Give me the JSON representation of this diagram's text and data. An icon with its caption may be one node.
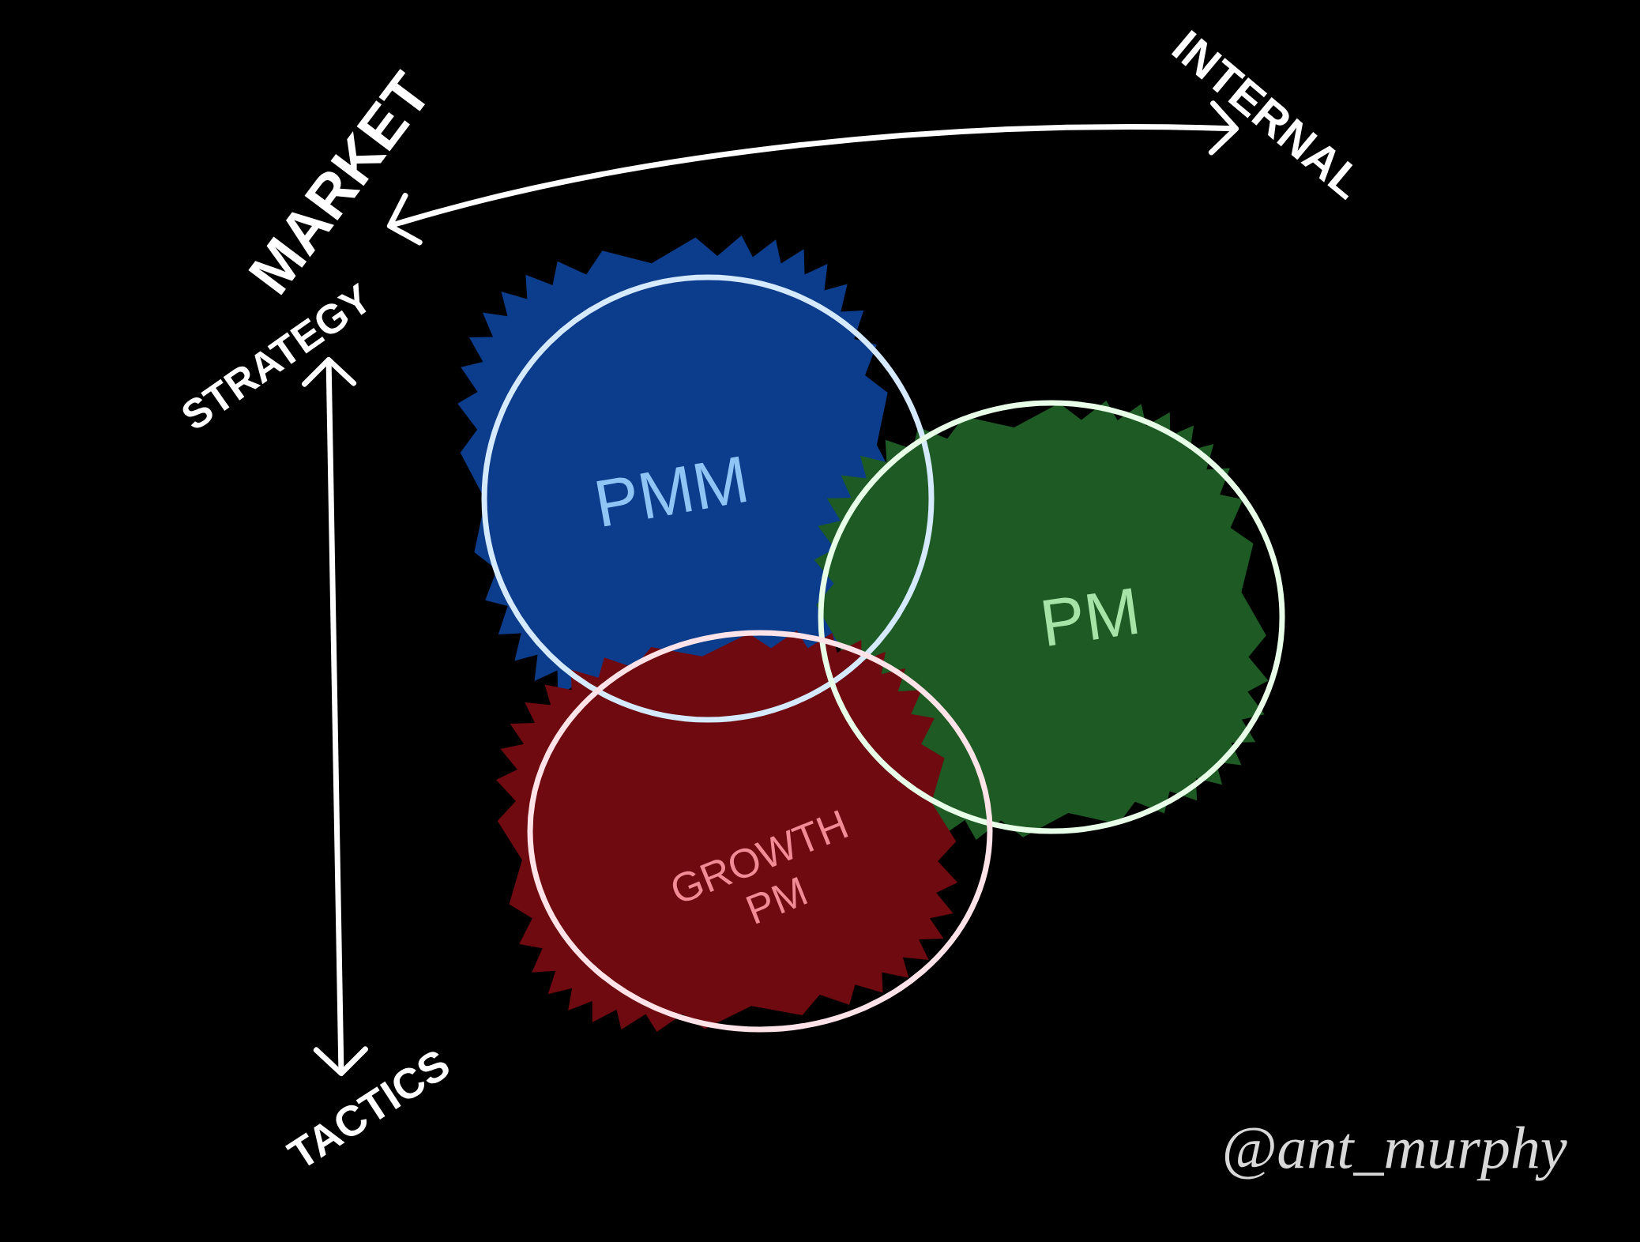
{
  "diagram": {
    "nodes": [
      {
        "text": [
          "MARKET"
        ]
      },
      {
        "text": [
          "INTERNAL"
        ]
      },
      {
        "text": [
          "STRATEGY"
        ]
      },
      {
        "text": [
          "PMM"
        ]
      },
      {
        "text": [
          "PM"
        ]
      },
      {
        "text": [
          "GROWTH PM"
        ]
      },
      {
        "text": [
          "TACTICS"
        ]
      }
    ],
    "edges": [
      {
        "from": 0,
        "to": 1,
        "arrow": "both"
      },
      {
        "from": 2,
        "to": 6,
        "arrow": "both"
      }
    ],
    "labels": [
      "@ant_murphy"
    ]
  }
}
